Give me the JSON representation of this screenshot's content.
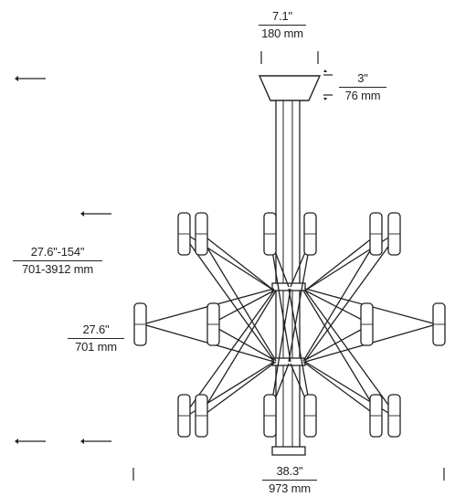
{
  "dimensions": {
    "canopy_width": {
      "imperial": "7.1\"",
      "metric": "180 mm"
    },
    "canopy_height": {
      "imperial": "3\"",
      "metric": "76 mm"
    },
    "overall_height": {
      "imperial": "27.6\"-154\"",
      "metric": "701-3912 mm"
    },
    "fixture_height": {
      "imperial": "27.6\"",
      "metric": "701 mm"
    },
    "fixture_width": {
      "imperial": "38.3\"",
      "metric": "973 mm"
    }
  }
}
